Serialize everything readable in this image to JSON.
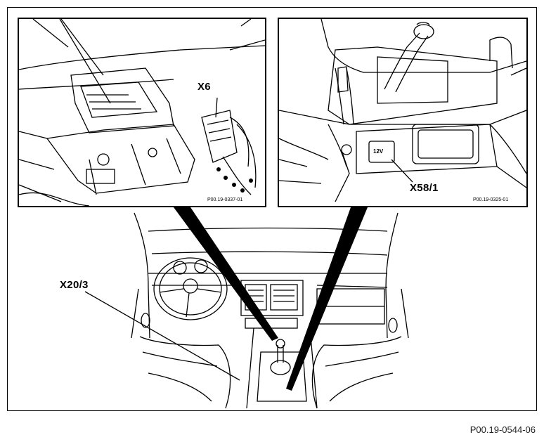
{
  "callouts": {
    "left_inset": "X6",
    "right_inset": "X58/1",
    "main": "X20/3"
  },
  "inset_codes": {
    "left": "P00.19-0337-01",
    "right": "P00.19-0325-01"
  },
  "socket_label": "12V",
  "figure_number": "P00.19-0544-06"
}
